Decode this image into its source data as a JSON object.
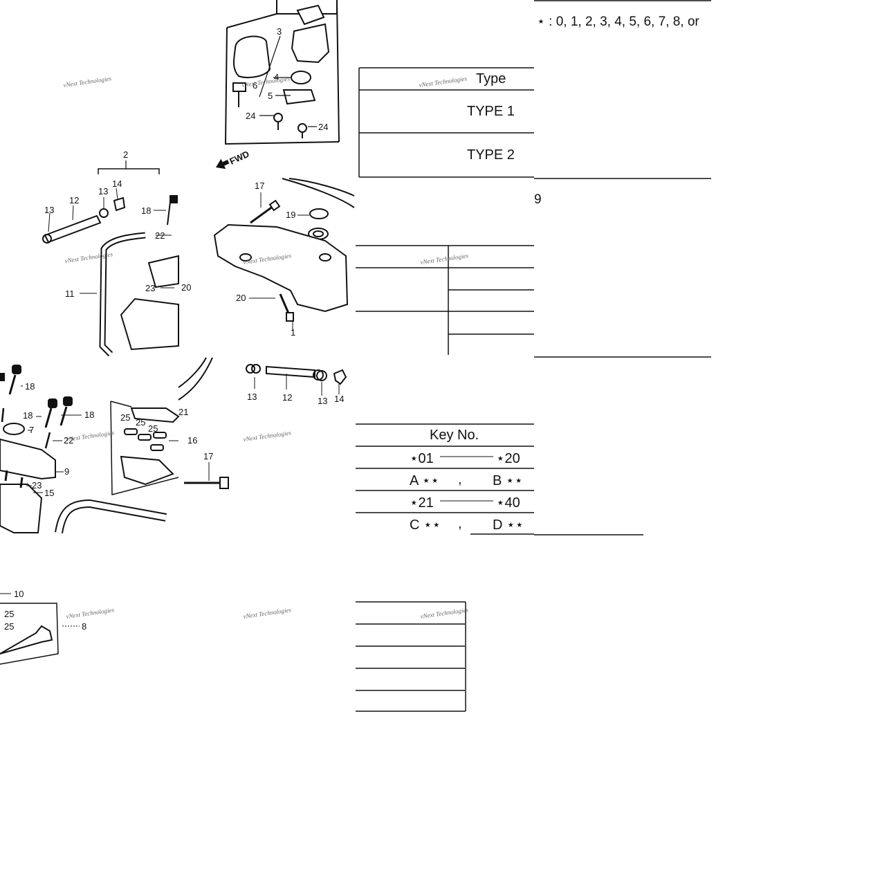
{
  "legend_note": "⋆ : 0, 1, 2, 3, 4, 5, 6, 7, 8, or",
  "legend_note_cont": "9",
  "type_table": {
    "header": "Type",
    "rows": [
      "TYPE 1",
      "TYPE 2"
    ]
  },
  "key_table": {
    "header": "Key No.",
    "row1_start": "⋆01",
    "row1_end": "⋆20",
    "row2_a": "A ⋆⋆",
    "row2_sep": ",",
    "row2_b": "B ⋆⋆",
    "row3_start": "⋆21",
    "row3_end": "⋆40",
    "row4_c": "C ⋆⋆",
    "row4_sep": ",",
    "row4_d": "D ⋆⋆"
  },
  "direction_arrow": "FWD",
  "watermark": "vNext Technologies",
  "callouts": {
    "n1": "1",
    "n2": "2",
    "n3": "3",
    "n4": "4",
    "n5": "5",
    "n6": "6",
    "n7": "7",
    "n8": "8",
    "n9": "9",
    "n10": "10",
    "n11": "11",
    "n12": "12",
    "n13": "13",
    "n14": "14",
    "n15": "15",
    "n16": "16",
    "n17": "17",
    "n18": "18",
    "n19": "19",
    "n20": "20",
    "n21": "21",
    "n22": "22",
    "n23": "23",
    "n24": "24",
    "n25": "25"
  },
  "colors": {
    "ink": "#111111",
    "paper": "#ffffff",
    "watermark": "#666666"
  }
}
